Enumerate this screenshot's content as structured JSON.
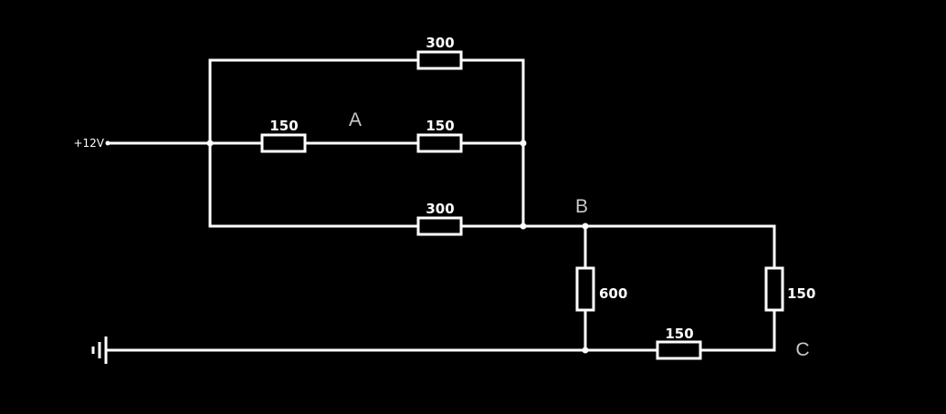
{
  "source": {
    "label": "+12V"
  },
  "nodes": {
    "a": "A",
    "b": "B",
    "c": "C"
  },
  "resistors": {
    "r_top": "300",
    "r_mid_left": "150",
    "r_mid_right": "150",
    "r_bottom": "300",
    "r_b_down": "600",
    "r_right": "150",
    "r_bottom_right": "150"
  },
  "colors": {
    "background": "#000000",
    "wire": "#ffffff",
    "node_label": "#c8c8c8"
  }
}
